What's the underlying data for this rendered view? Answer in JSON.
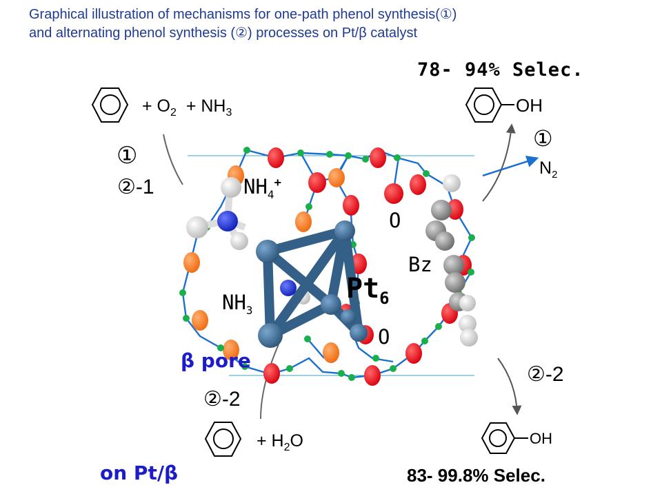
{
  "title": {
    "line1": "Graphical illustration of mechanisms for one-path phenol synthesis(①)",
    "line2": "and alternating phenol synthesis (②) processes on Pt/β catalyst"
  },
  "reactants_top": {
    "plus_o2": "+ O",
    "o2_sub": "2",
    "plus_nh3": "+ NH",
    "nh3_sub": "3"
  },
  "reactants_bottom": {
    "plus_h2o": "+ H",
    "h2o_sub": "2",
    "h2o_o": "O"
  },
  "route_labels": {
    "path1_left": "①",
    "path2_1": "②-1",
    "path1_right": "①",
    "path2_2_right": "②-2",
    "path2_2_left": "②-2"
  },
  "product_top": {
    "oh": "OH",
    "selectivity": "78- 94% Selec."
  },
  "product_bottom": {
    "oh": "OH",
    "selectivity": "83- 99.8% Selec."
  },
  "byproduct": {
    "n": "N",
    "sub": "2"
  },
  "pore_labels": {
    "nh4": "NH",
    "nh4_sub": "4",
    "nh4_sup": "+",
    "o_upper": "O",
    "bz": "Bz",
    "pt6": "Pt",
    "pt6_sub": "6",
    "nh3": "NH",
    "nh3_sub": "3",
    "o_lower": "O"
  },
  "beta_pore": "β pore",
  "catalyst": "on Pt/β",
  "colors": {
    "title": "#1f3a93",
    "framework_bond": "#1b6fcf",
    "oxygen": "#e8121b",
    "al_orange": "#f47a20",
    "si_green": "#17b04a",
    "pt": "#345f87",
    "n_blue": "#1f2fd6",
    "arrow_blue": "#1b6fcf"
  }
}
